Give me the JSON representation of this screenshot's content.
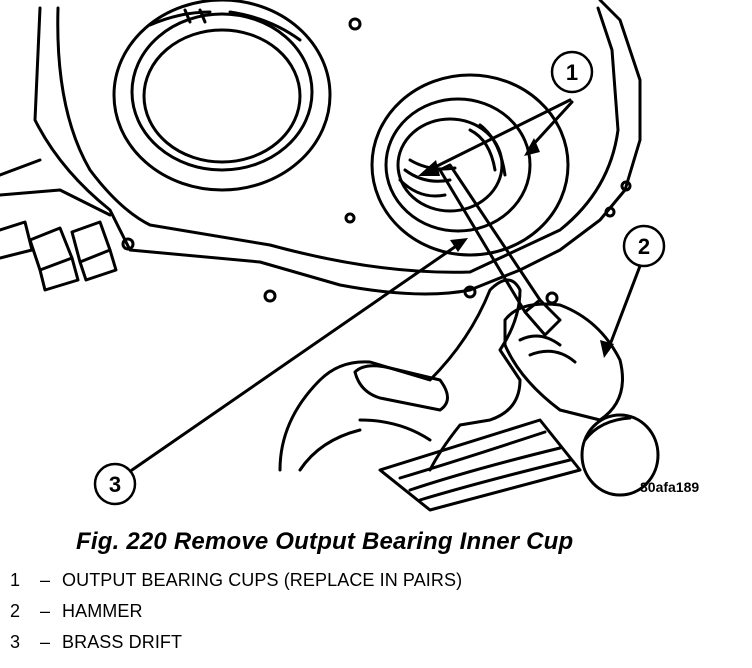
{
  "figure": {
    "image_code": "80afa189",
    "callouts": [
      "1",
      "2",
      "3"
    ],
    "caption_title": "Fig. 220 Remove Output Bearing Inner Cup"
  },
  "legend": [
    {
      "num": "1",
      "dash": "–",
      "text": "OUTPUT BEARING CUPS (REPLACE IN PAIRS)"
    },
    {
      "num": "2",
      "dash": "–",
      "text": "HAMMER"
    },
    {
      "num": "3",
      "dash": "–",
      "text": "BRASS DRIFT"
    }
  ]
}
